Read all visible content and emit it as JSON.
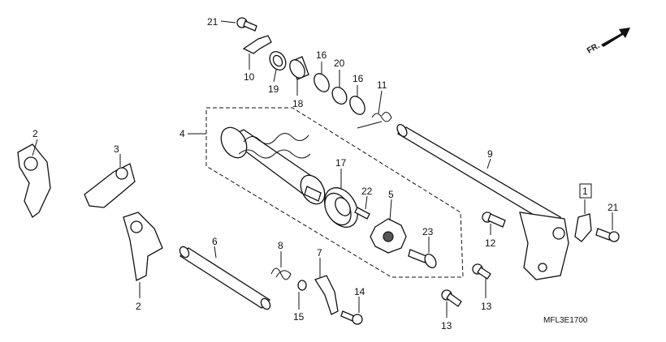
{
  "diagram": {
    "direction_label": "FR.",
    "drawing_code": "MFL3E1700",
    "callouts": {
      "c21a": "21",
      "c10": "10",
      "c19": "19",
      "c18": "18",
      "c16a": "16",
      "c20": "20",
      "c16b": "16",
      "c11": "11",
      "c4": "4",
      "c2a": "2",
      "c3": "3",
      "c9": "9",
      "c17": "17",
      "c22": "22",
      "c5": "5",
      "c1": "1",
      "c21b": "21",
      "c23": "23",
      "c12": "12",
      "c6": "6",
      "c8": "8",
      "c7": "7",
      "c2b": "2",
      "c15": "15",
      "c14": "14",
      "c13a": "13",
      "c13b": "13"
    }
  }
}
